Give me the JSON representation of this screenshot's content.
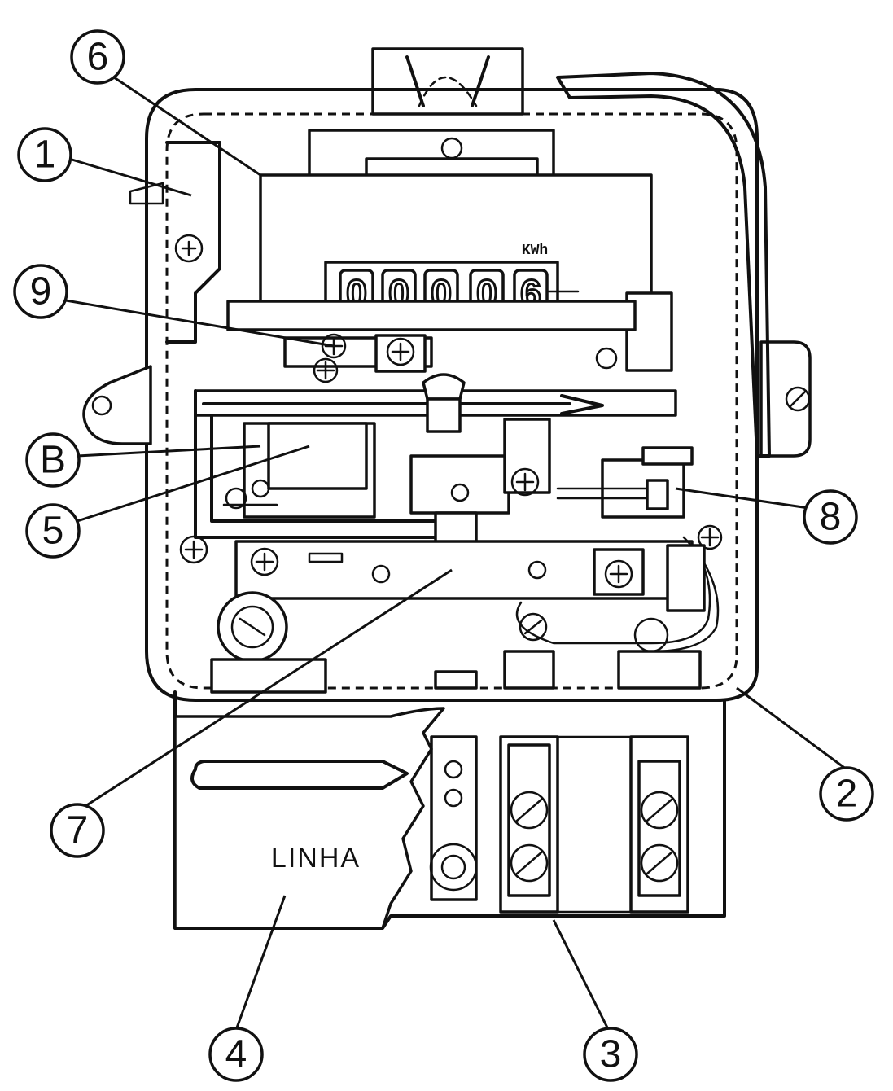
{
  "register": {
    "unit_label": "KWh",
    "digits": [
      "0",
      "0",
      "0",
      "0",
      "6"
    ]
  },
  "terminal_cover_label": "LINHA",
  "callouts": [
    "1",
    "2",
    "3",
    "4",
    "5",
    "6",
    "7",
    "8",
    "9",
    "B"
  ]
}
